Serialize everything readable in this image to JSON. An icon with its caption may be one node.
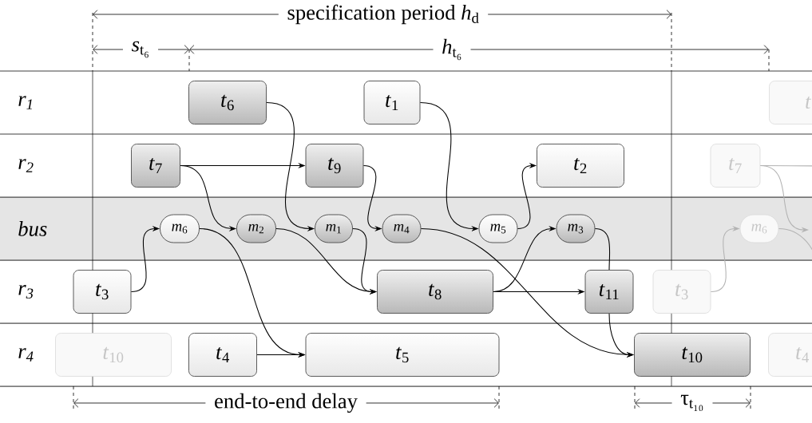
{
  "diagram": {
    "nodes": [
      {
        "text": [
          "*t*$_{6}$"
        ]
      },
      {
        "text": [
          "*t*$_{1}$"
        ]
      },
      {
        "text": [
          "*t*"
        ]
      },
      {
        "text": [
          "*t*$_{7}$"
        ]
      },
      {
        "text": [
          "*t*$_{9}$"
        ]
      },
      {
        "text": [
          "*t*$_{2}$"
        ]
      },
      {
        "text": [
          "*t*$_{7}$"
        ]
      },
      {
        "text": [
          "*m*$_{6}$"
        ]
      },
      {
        "text": [
          "*m*$_{2}$"
        ]
      },
      {
        "text": [
          "*m*$_{1}$"
        ]
      },
      {
        "text": [
          "*m*$_{4}$"
        ]
      },
      {
        "text": [
          "*m*$_{5}$"
        ]
      },
      {
        "text": [
          "*m*$_{3}$"
        ]
      },
      {
        "text": [
          "*m*$_{6}$"
        ]
      },
      {
        "text": [
          "*t*$_{3}$"
        ]
      },
      {
        "text": [
          "*t*$_{8}$"
        ]
      },
      {
        "text": [
          "*t*$_{11}$"
        ]
      },
      {
        "text": [
          "*t*$_{3}$"
        ]
      },
      {
        "text": [
          "*t*$_{10}$"
        ]
      },
      {
        "text": [
          "*t*$_{4}$"
        ]
      },
      {
        "text": [
          "*t*$_{5}$"
        ]
      },
      {
        "text": [
          "*t*$_{10}$"
        ]
      },
      {
        "text": [
          "*t*$_{4}$"
        ]
      }
    ],
    "edges": [
      {
        "from": 0,
        "to": 9,
        "arrow": "to"
      },
      {
        "from": 1,
        "to": 11,
        "arrow": "to"
      },
      {
        "from": 3,
        "to": 4,
        "arrow": "to"
      },
      {
        "from": 3,
        "to": 8,
        "arrow": "to"
      },
      {
        "from": 4,
        "to": 10,
        "arrow": "to"
      },
      {
        "from": 11,
        "to": 5,
        "arrow": "to"
      },
      {
        "from": 14,
        "to": 7,
        "arrow": "to"
      },
      {
        "from": 7,
        "to": 20,
        "arrow": "to"
      },
      {
        "from": 8,
        "to": 15,
        "arrow": "to"
      },
      {
        "from": 9,
        "to": 15,
        "arrow": "to"
      },
      {
        "from": 10,
        "to": 21,
        "arrow": "to"
      },
      {
        "from": 15,
        "to": 12,
        "arrow": "to"
      },
      {
        "from": 15,
        "to": 16,
        "arrow": "to"
      },
      {
        "from": 12,
        "to": 16,
        "arrow": "none"
      },
      {
        "from": 16,
        "to": 21,
        "arrow": "to"
      },
      {
        "from": 19,
        "to": 20,
        "arrow": "to"
      },
      {
        "from": 6,
        "to": null,
        "arrow": "none",
        "color": "#b3b3b3"
      },
      {
        "from": 6,
        "to": null,
        "arrow": "to",
        "color": "#b3b3b3"
      },
      {
        "from": 17,
        "to": 13,
        "arrow": "to",
        "color": "#b3b3b3"
      },
      {
        "from": 13,
        "to": null,
        "arrow": "none",
        "color": "#b3b3b3"
      }
    ],
    "labels": [
      "specification period *h*$_{d}$",
      "*s*$_{t₆}$",
      "*h*$_{t₆}$",
      "r$_{1}$",
      "r$_{2}$",
      "bus",
      "r$_{3}$",
      "r$_{4}$",
      "end-to-end delay",
      "τ$_{t₁₀}$"
    ]
  }
}
